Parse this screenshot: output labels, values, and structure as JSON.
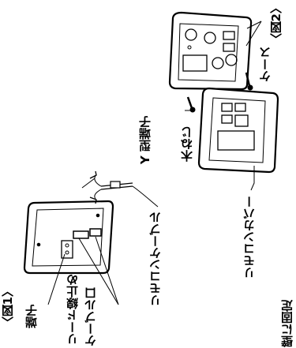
{
  "labels": {
    "fig1": "〈図1〉",
    "fig2": "〈図2〉",
    "terminal": "端子",
    "lead_stop": "リード線止め",
    "cable_port": "ケーブル口",
    "remote_cable": "リモコンケーブル",
    "y_terminal": "Y 型端子",
    "remote_cover": "リモコンカバー",
    "wood_screw": "木ねじ",
    "case": "ケース",
    "wall_fix": "壁に固定"
  }
}
